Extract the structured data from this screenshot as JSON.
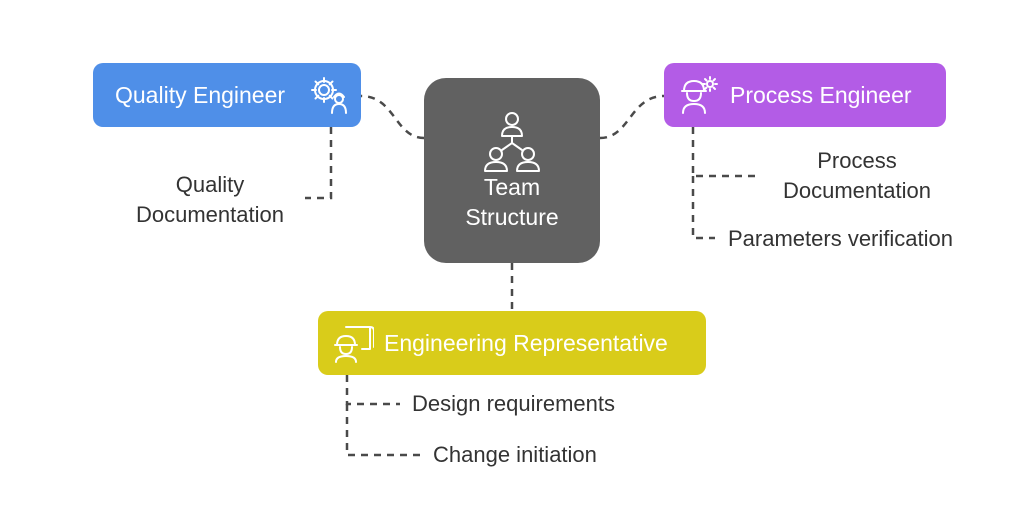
{
  "colors": {
    "center": "#616161",
    "quality": "#4f8fe8",
    "process": "#b35ce6",
    "engineering": "#d9cc1a",
    "connector": "#4a4a4a",
    "leaf_text": "#333333"
  },
  "center": {
    "line1": "Team",
    "line2": "Structure",
    "icon": "team-hierarchy-icon"
  },
  "quality": {
    "title": "Quality Engineer",
    "icon": "gear-worker-icon",
    "children": [
      {
        "line1": "Quality",
        "line2": "Documentation"
      }
    ]
  },
  "process": {
    "title": "Process Engineer",
    "icon": "engineer-gear-icon",
    "children": [
      {
        "line1": "Process",
        "line2": "Documentation"
      },
      {
        "line1": "Parameters verification"
      }
    ]
  },
  "engineering": {
    "title": "Engineering Representative",
    "icon": "engineer-blueprint-icon",
    "children": [
      {
        "line1": "Design requirements"
      },
      {
        "line1": "Change initiation"
      }
    ]
  }
}
